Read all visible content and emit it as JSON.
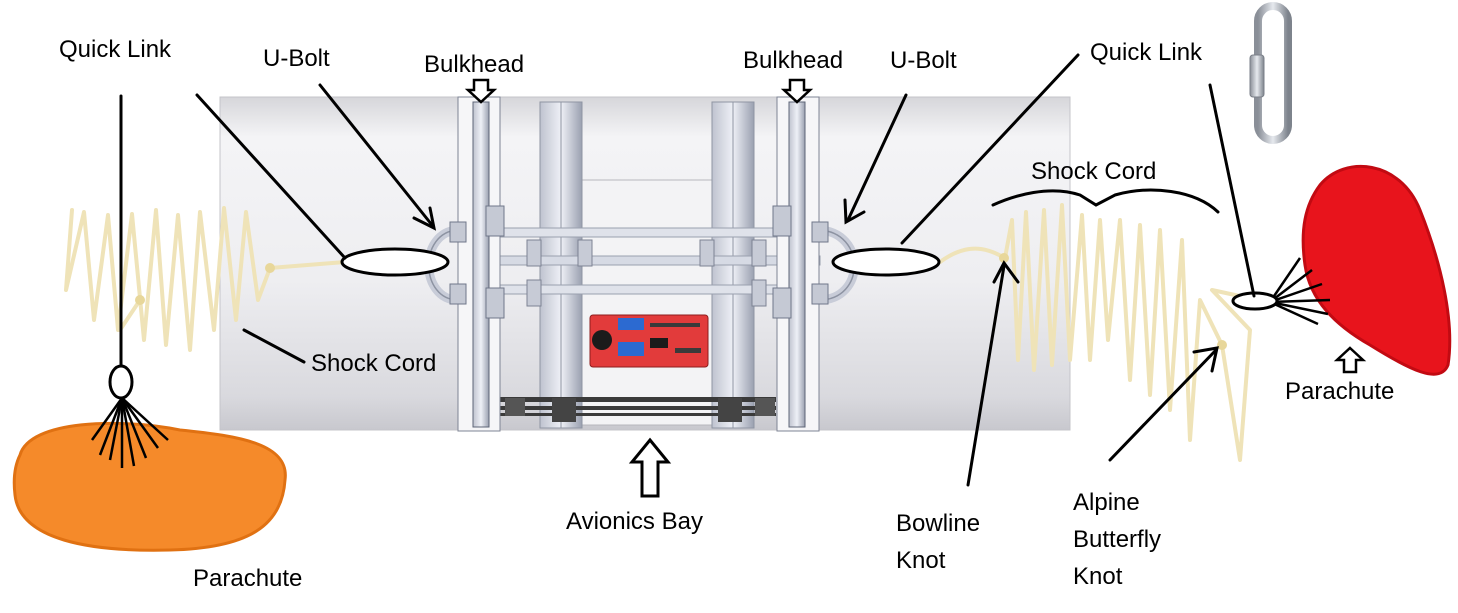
{
  "labels": {
    "quick_link_left": "Quick Link",
    "ubolt_left": "U-Bolt",
    "bulkhead_left": "Bulkhead",
    "bulkhead_right": "Bulkhead",
    "ubolt_right": "U-Bolt",
    "quick_link_right": "Quick Link",
    "shock_cord_right": "Shock Cord",
    "shock_cord_left": "Shock Cord",
    "parachute_right": "Parachute",
    "parachute_left": "Parachute",
    "avionics_bay": "Avionics Bay",
    "bowline_knot": "Bowline\nKnot",
    "alpine_butterfly_knot": "Alpine\nButterfly\nKnot"
  },
  "colors": {
    "cord": "#efe3b8",
    "parachute_left": "#f58a2a",
    "parachute_right": "#e8141c",
    "tube": "#e9e9ee",
    "avionics_board": "#e23b3b"
  }
}
